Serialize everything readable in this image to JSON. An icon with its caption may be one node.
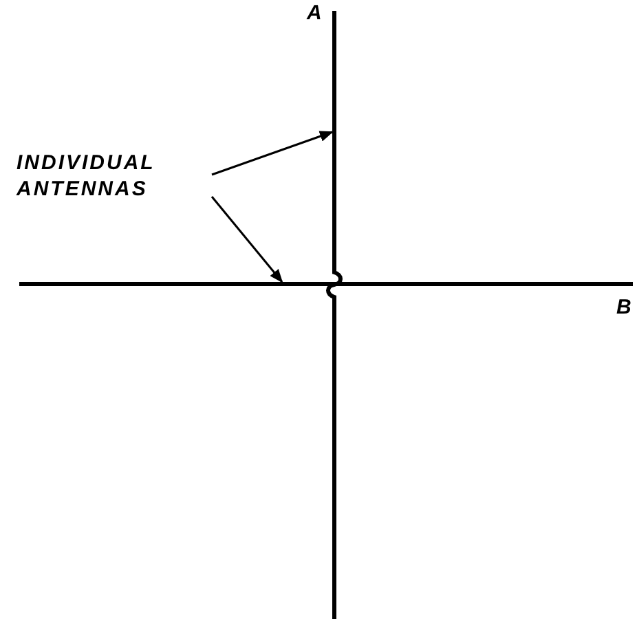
{
  "diagram": {
    "nodes": [
      {
        "text": [
          "INDIVIDUAL ANTENNAS"
        ]
      },
      {
        "text": [],
        "shape": "bar",
        "beside": [
          "A"
        ]
      },
      {
        "text": [],
        "shape": "bar",
        "beside": [
          "B"
        ]
      }
    ],
    "edges": [
      {
        "from": 0,
        "to": 1,
        "arrow": "to"
      },
      {
        "from": 0,
        "to": 2,
        "arrow": "to"
      }
    ]
  }
}
